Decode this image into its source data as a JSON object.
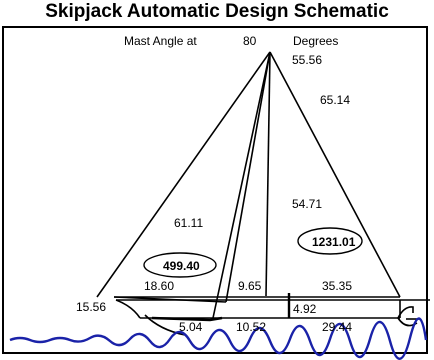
{
  "title": "Skipjack Automatic Design Schematic",
  "header": {
    "mast_angle_label": "Mast Angle at",
    "mast_angle_value": "80",
    "degrees_label": "Degrees"
  },
  "measurements": {
    "top_right": "55.56",
    "upper_right": "65.14",
    "mid_right": "54.71",
    "left_mid": "61.11",
    "left_area": "499.40",
    "right_area": "1231.01",
    "foot_left": "18.60",
    "foot_mid": "9.65",
    "foot_right": "35.35",
    "bow_sprit": "15.56",
    "mast_step": "4.92",
    "hull_left": "5.04",
    "hull_mid": "10.52",
    "hull_right": "29.44"
  },
  "colors": {
    "water": "#1a22a8",
    "lines": "#000000"
  }
}
